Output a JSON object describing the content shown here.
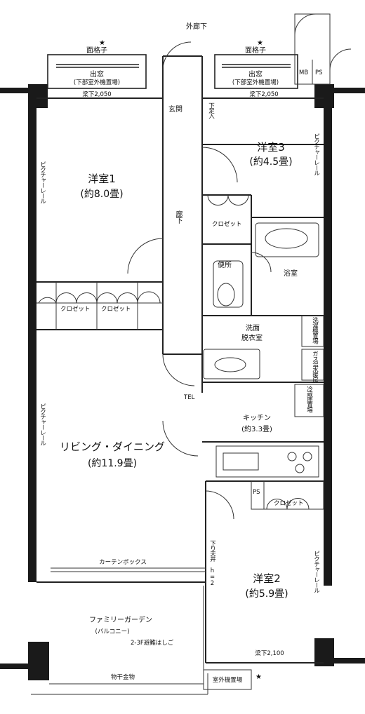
{
  "labels": {
    "corridor": "外廊下",
    "lattice_left": "面格子",
    "lattice_right": "面格子",
    "bay_window_left": "出窓",
    "bay_window_left_note": "(下部室外機置場)",
    "bay_window_right": "出窓",
    "bay_window_right_note": "(下部室外機置場)",
    "beam_left": "梁下2,050",
    "beam_right": "梁下2,050",
    "beam_bottom": "梁下2,100",
    "mb": "MB",
    "ps_top": "PS",
    "entrance": "玄関",
    "shoe_storage": "下足入",
    "hall": "廊下",
    "room3_name": "洋室3",
    "room3_area": "(約4.5畳)",
    "room1_name": "洋室1",
    "room1_area": "(約8.0畳)",
    "picture_rail_left_top": "ピクチャーレール",
    "picture_rail_right_top": "ピクチャーレール",
    "picture_rail_left_mid": "ピクチャーレール",
    "picture_rail_right_bottom": "ピクチャーレール",
    "closet_room3": "クロゼット",
    "toilet": "便所",
    "bath": "浴室",
    "closet_room1_a": "クロゼット",
    "closet_room1_b": "クロゼット",
    "washroom": "洗面",
    "dressing": "脱衣室",
    "washer_area": "洗濯機置場",
    "heater": "ガス温水暖房",
    "fridge": "冷蔵庫置場",
    "tel": "TEL",
    "kitchen_name": "キッチン",
    "kitchen_area": "(約3.3畳)",
    "living_name": "リビング・ダイニング",
    "living_area": "(約11.9畳)",
    "ps_kitchen": "PS",
    "closet_room2": "クロゼット",
    "ceiling_drop": "下り天井 h=2",
    "room2_name": "洋室2",
    "room2_area": "(約5.9畳)",
    "curtain_box": "カーテンボックス",
    "garden_name": "ファミリーガーデン",
    "garden_sub": "(バルコニー)",
    "hatch": "2-3F避難はしご",
    "clothes_pole": "物干金物",
    "outdoor_unit": "室外機置場"
  }
}
